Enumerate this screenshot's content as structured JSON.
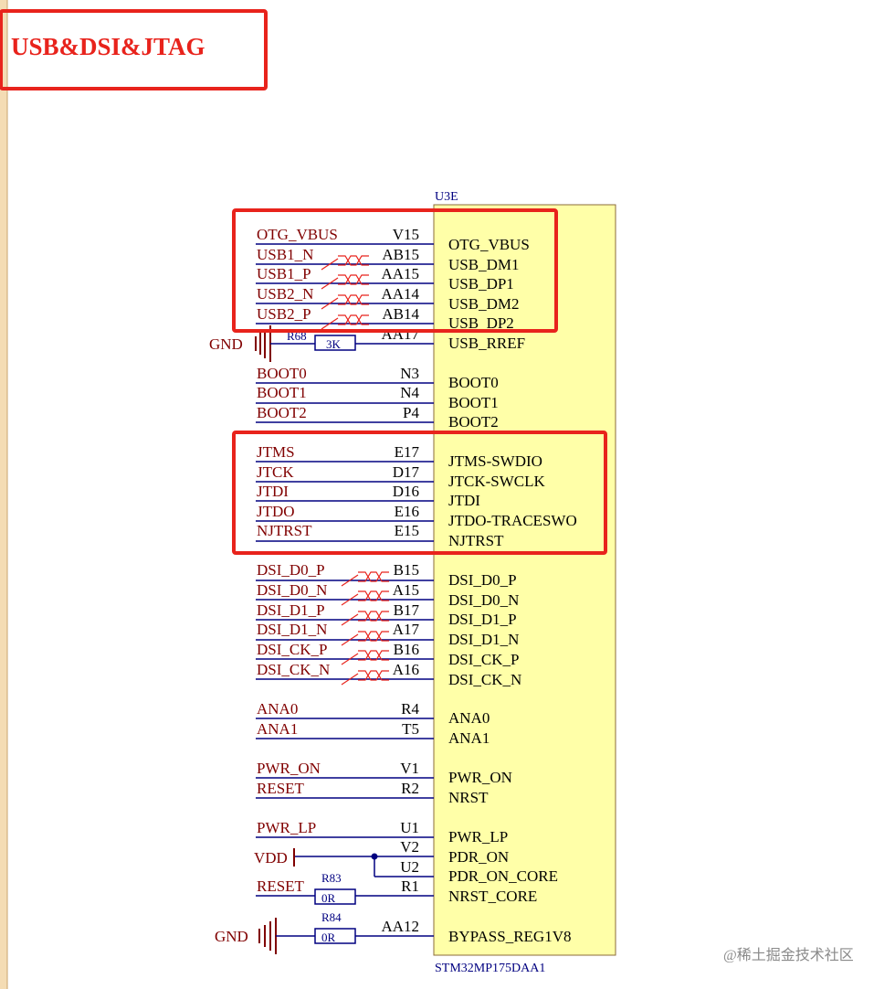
{
  "title": "USB&DSI&JTAG",
  "colors": {
    "net": "#800000",
    "wire": "#000080",
    "pin_number": "#000000",
    "pin_label": "#000000",
    "body_fill": "#ffffa8",
    "body_border": "#8b6b3a",
    "highlight": "#e8231c",
    "margin_strip": "#f4dcb4",
    "resistor_label": "#000080",
    "designator": "#000080",
    "ground": "#800000"
  },
  "chip": {
    "designator": "U3E",
    "part": "STM32MP175DAA1"
  },
  "pins": [
    {
      "net": "OTG_VBUS",
      "num": "V15",
      "label": "OTG_VBUS",
      "diff": false
    },
    {
      "net": "USB1_N",
      "num": "AB15",
      "label": "USB_DM1",
      "diff": true
    },
    {
      "net": "USB1_P",
      "num": "AA15",
      "label": "USB_DP1",
      "diff": true
    },
    {
      "net": "USB2_N",
      "num": "AA14",
      "label": "USB_DM2",
      "diff": true
    },
    {
      "net": "USB2_P",
      "num": "AB14",
      "label": "USB_DP2",
      "diff": true
    },
    {
      "net": "",
      "num": "AA17",
      "label": "USB_RREF",
      "diff": false
    },
    {
      "net": "BOOT0",
      "num": "N3",
      "label": "BOOT0",
      "diff": false
    },
    {
      "net": "BOOT1",
      "num": "N4",
      "label": "BOOT1",
      "diff": false
    },
    {
      "net": "BOOT2",
      "num": "P4",
      "label": "BOOT2",
      "diff": false
    },
    {
      "net": "JTMS",
      "num": "E17",
      "label": "JTMS-SWDIO",
      "diff": false
    },
    {
      "net": "JTCK",
      "num": "D17",
      "label": "JTCK-SWCLK",
      "diff": false
    },
    {
      "net": "JTDI",
      "num": "D16",
      "label": "JTDI",
      "diff": false
    },
    {
      "net": "JTDO",
      "num": "E16",
      "label": "JTDO-TRACESWO",
      "diff": false
    },
    {
      "net": "NJTRST",
      "num": "E15",
      "label": "NJTRST",
      "diff": false
    },
    {
      "net": "DSI_D0_P",
      "num": "B15",
      "label": "DSI_D0_P",
      "diff": true
    },
    {
      "net": "DSI_D0_N",
      "num": "A15",
      "label": "DSI_D0_N",
      "diff": true
    },
    {
      "net": "DSI_D1_P",
      "num": "B17",
      "label": "DSI_D1_P",
      "diff": true
    },
    {
      "net": "DSI_D1_N",
      "num": "A17",
      "label": "DSI_D1_N",
      "diff": true
    },
    {
      "net": "DSI_CK_P",
      "num": "B16",
      "label": "DSI_CK_P",
      "diff": true
    },
    {
      "net": "DSI_CK_N",
      "num": "A16",
      "label": "DSI_CK_N",
      "diff": true
    },
    {
      "net": "ANA0",
      "num": "R4",
      "label": "ANA0",
      "diff": false
    },
    {
      "net": "ANA1",
      "num": "T5",
      "label": "ANA1",
      "diff": false
    },
    {
      "net": "PWR_ON",
      "num": "V1",
      "label": "PWR_ON",
      "diff": false
    },
    {
      "net": "RESET",
      "num": "R2",
      "label": "NRST",
      "diff": false
    },
    {
      "net": "PWR_LP",
      "num": "U1",
      "label": "PWR_LP",
      "diff": false
    },
    {
      "net": "",
      "num": "V2",
      "label": "PDR_ON",
      "diff": false
    },
    {
      "net": "",
      "num": "U2",
      "label": "PDR_ON_CORE",
      "diff": false
    },
    {
      "net": "",
      "num": "R1",
      "label": "NRST_CORE",
      "diff": false
    },
    {
      "net": "",
      "num": "AA12",
      "label": "BYPASS_REG1V8",
      "diff": false
    }
  ],
  "resistors": [
    {
      "ref": "R68",
      "value": "3K"
    },
    {
      "ref": "R83",
      "value": "0R"
    },
    {
      "ref": "R84",
      "value": "0R"
    }
  ],
  "power": {
    "gnd_usb": "GND",
    "vdd": "VDD",
    "reset_net": "RESET",
    "gnd_bypass": "GND"
  },
  "watermark": "@稀土掘金技术社区"
}
